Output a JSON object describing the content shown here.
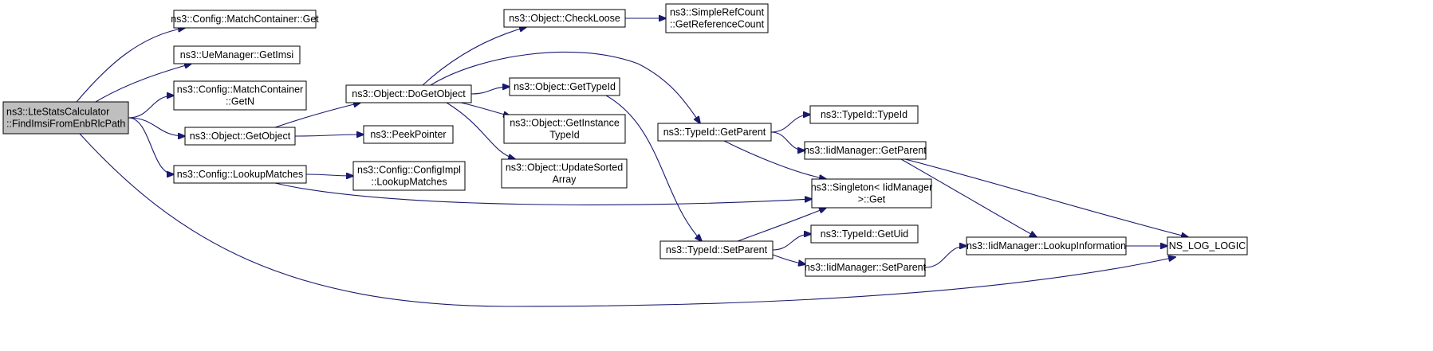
{
  "colors": {
    "node_fill": "#ffffff",
    "root_fill": "#bfbfbf",
    "node_border": "#000000",
    "edge": "#191970"
  },
  "nodes": [
    {
      "id": "root",
      "lines": [
        "ns3::LteStatsCalculator",
        "::FindImsiFromEnbRlcPath"
      ],
      "root": true
    },
    {
      "id": "mc_get",
      "lines": [
        "ns3::Config::MatchContainer::Get"
      ]
    },
    {
      "id": "ue_getimsi",
      "lines": [
        "ns3::UeManager::GetImsi"
      ]
    },
    {
      "id": "mc_getn",
      "lines": [
        "ns3::Config::MatchContainer",
        "::GetN"
      ]
    },
    {
      "id": "obj_getobject",
      "lines": [
        "ns3::Object::GetObject"
      ]
    },
    {
      "id": "cfg_lookup",
      "lines": [
        "ns3::Config::LookupMatches"
      ]
    },
    {
      "id": "obj_dogetobject",
      "lines": [
        "ns3::Object::DoGetObject"
      ]
    },
    {
      "id": "peekpointer",
      "lines": [
        "ns3::PeekPointer"
      ]
    },
    {
      "id": "cfgimpl_lookup",
      "lines": [
        "ns3::Config::ConfigImpl",
        "::LookupMatches"
      ]
    },
    {
      "id": "obj_checkloose",
      "lines": [
        "ns3::Object::CheckLoose"
      ]
    },
    {
      "id": "obj_gettypeid",
      "lines": [
        "ns3::Object::GetTypeId"
      ]
    },
    {
      "id": "obj_getinstance",
      "lines": [
        "ns3::Object::GetInstance",
        "TypeId"
      ]
    },
    {
      "id": "obj_updatesorted",
      "lines": [
        "ns3::Object::UpdateSorted",
        "Array"
      ]
    },
    {
      "id": "src_getrefcount",
      "lines": [
        "ns3::SimpleRefCount",
        "::GetReferenceCount"
      ]
    },
    {
      "id": "tid_getparent",
      "lines": [
        "ns3::TypeId::GetParent"
      ]
    },
    {
      "id": "tid_setparent",
      "lines": [
        "ns3::TypeId::SetParent"
      ]
    },
    {
      "id": "tid_typeid",
      "lines": [
        "ns3::TypeId::TypeId"
      ]
    },
    {
      "id": "iid_getparent",
      "lines": [
        "ns3::IidManager::GetParent"
      ]
    },
    {
      "id": "singleton_get",
      "lines": [
        "ns3::Singleton< IidManager",
        " >::Get"
      ]
    },
    {
      "id": "tid_getuid",
      "lines": [
        "ns3::TypeId::GetUid"
      ]
    },
    {
      "id": "iid_setparent",
      "lines": [
        "ns3::IidManager::SetParent"
      ]
    },
    {
      "id": "iid_lookupinfo",
      "lines": [
        "ns3::IidManager::LookupInformation"
      ]
    },
    {
      "id": "ns_log_logic",
      "lines": [
        "NS_LOG_LOGIC"
      ]
    }
  ],
  "edges": [
    {
      "from": "root",
      "to": "mc_get"
    },
    {
      "from": "root",
      "to": "ue_getimsi"
    },
    {
      "from": "root",
      "to": "mc_getn"
    },
    {
      "from": "root",
      "to": "obj_getobject"
    },
    {
      "from": "root",
      "to": "cfg_lookup"
    },
    {
      "from": "root",
      "to": "ns_log_logic"
    },
    {
      "from": "obj_getobject",
      "to": "obj_dogetobject"
    },
    {
      "from": "obj_getobject",
      "to": "peekpointer"
    },
    {
      "from": "cfg_lookup",
      "to": "cfgimpl_lookup"
    },
    {
      "from": "cfg_lookup",
      "to": "singleton_get"
    },
    {
      "from": "obj_dogetobject",
      "to": "obj_checkloose"
    },
    {
      "from": "obj_dogetobject",
      "to": "obj_gettypeid"
    },
    {
      "from": "obj_dogetobject",
      "to": "obj_getinstance"
    },
    {
      "from": "obj_dogetobject",
      "to": "obj_updatesorted"
    },
    {
      "from": "obj_dogetobject",
      "to": "tid_getparent"
    },
    {
      "from": "obj_checkloose",
      "to": "src_getrefcount"
    },
    {
      "from": "obj_gettypeid",
      "to": "tid_setparent"
    },
    {
      "from": "tid_getparent",
      "to": "tid_typeid"
    },
    {
      "from": "tid_getparent",
      "to": "iid_getparent"
    },
    {
      "from": "tid_getparent",
      "to": "singleton_get"
    },
    {
      "from": "iid_getparent",
      "to": "iid_lookupinfo"
    },
    {
      "from": "iid_getparent",
      "to": "ns_log_logic"
    },
    {
      "from": "tid_setparent",
      "to": "singleton_get"
    },
    {
      "from": "tid_setparent",
      "to": "tid_getuid"
    },
    {
      "from": "tid_setparent",
      "to": "iid_setparent"
    },
    {
      "from": "iid_setparent",
      "to": "iid_lookupinfo"
    },
    {
      "from": "iid_lookupinfo",
      "to": "ns_log_logic"
    }
  ]
}
